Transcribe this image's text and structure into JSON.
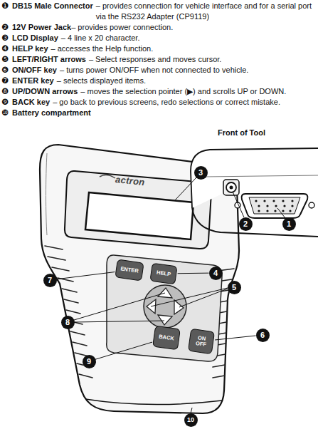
{
  "diagram": {
    "nodes": [
      {
        "text": [
          "3"
        ]
      },
      {
        "text": [
          "2"
        ]
      },
      {
        "text": [
          "1"
        ]
      },
      {
        "text": [
          "4"
        ]
      },
      {
        "text": [
          "7"
        ]
      },
      {
        "text": [
          "ENTER"
        ]
      },
      {
        "text": [
          "HELP"
        ]
      },
      {
        "text": [
          "5"
        ]
      },
      {
        "text": [
          "8"
        ]
      },
      {
        "text": [
          "BACK"
        ]
      },
      {
        "text": [
          "ON OFF"
        ]
      },
      {
        "text": [
          "6"
        ]
      },
      {
        "text": [
          "9"
        ]
      },
      {
        "text": [
          "10"
        ]
      }
    ],
    "edges": [
      {
        "from": 4,
        "to": 5,
        "arrow": "none"
      },
      {
        "from": 3,
        "to": 6,
        "arrow": "none"
      },
      {
        "from": 12,
        "to": 9,
        "arrow": "none"
      },
      {
        "from": 11,
        "to": 10,
        "arrow": "none"
      }
    ],
    "labels": [
      "❶",
      "DB15 Male Connector",
      "– provides connection for vehicle interface and for a serial port via the RS232 Adapter (CP9119)",
      "❷",
      "12V Power Jack",
      "– provides power connection.",
      "❸",
      "LCD Display",
      "– 4 line x 20 character.",
      "❹",
      "HELP key",
      "– accesses the Help function.",
      "❺",
      "LEFT/RIGHT arrows",
      "– Select responses and moves cursor.",
      "❻",
      "ON/OFF key",
      "– turns power ON/OFF when not connected to vehicle.",
      "❼",
      "ENTER key",
      "– selects displayed items.",
      "❽",
      "UP/DOWN arrows",
      "– moves the selection pointer (▶) and scrolls UP or DOWN.",
      "❾",
      "BACK key",
      "– go back to previous screens, redo selections or correct mistake.",
      "❿",
      "Battery compartment",
      "Front of Tool",
      "actron"
    ]
  }
}
